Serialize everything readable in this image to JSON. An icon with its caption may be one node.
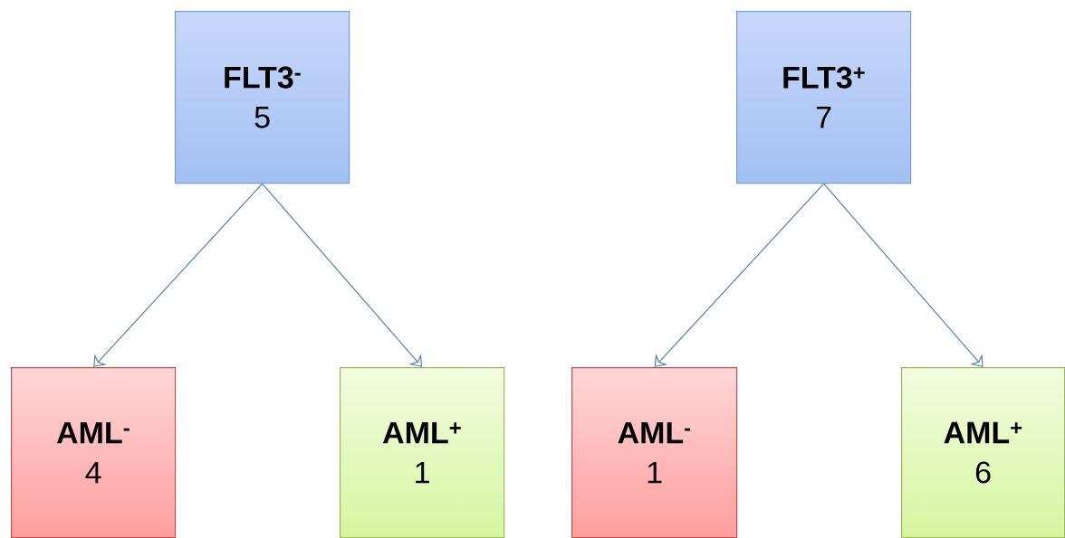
{
  "diagram": {
    "nodes": [
      {
        "text": [
          "FLT3$^{-}$",
          "5"
        ]
      },
      {
        "text": [
          "FLT3$^{+}$",
          "7"
        ]
      },
      {
        "text": [
          "AML$^{-}$",
          "4"
        ]
      },
      {
        "text": [
          "AML$^{+}$",
          "1"
        ]
      },
      {
        "text": [
          "AML$^{-}$",
          "1"
        ]
      },
      {
        "text": [
          "AML$^{+}$",
          "6"
        ]
      }
    ],
    "edges": [
      {
        "from": 0,
        "to": 2,
        "arrow": "to"
      },
      {
        "from": 0,
        "to": 3,
        "arrow": "to"
      },
      {
        "from": 1,
        "to": 4,
        "arrow": "to"
      },
      {
        "from": 1,
        "to": 5,
        "arrow": "to"
      }
    ]
  }
}
